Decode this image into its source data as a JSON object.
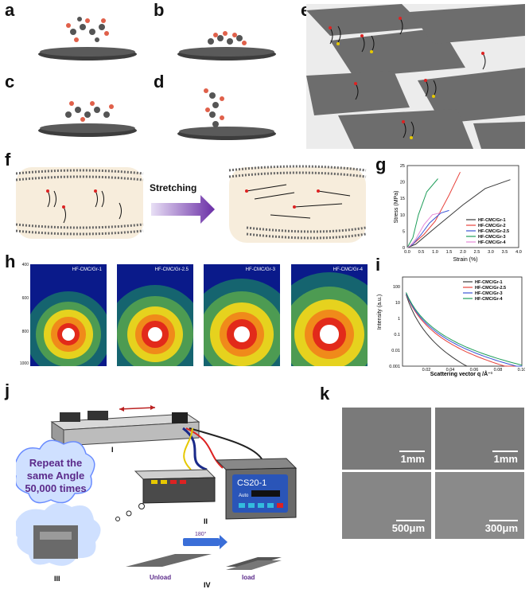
{
  "panels": {
    "a": "a",
    "b": "b",
    "c": "c",
    "d": "d",
    "e": "e",
    "f": "f",
    "g": "g",
    "h": "h",
    "i": "i",
    "j": "j",
    "k": "k"
  },
  "f_diagram": {
    "arrow_label": "Stretching"
  },
  "chart_g": {
    "type": "line",
    "ylabel": "Stress (MPa)",
    "xlabel": "Strain (%)",
    "xlim": [
      0,
      4.0
    ],
    "xticks": [
      "0.0",
      "0.5",
      "1.0",
      "1.5",
      "2.0",
      "2.5",
      "3.0",
      "3.5",
      "4.0"
    ],
    "ylim": [
      0,
      25
    ],
    "yticks": [
      "0",
      "5",
      "10",
      "15",
      "20",
      "25"
    ],
    "legend": [
      "HF-CMC/Gr-1",
      "HF-CMC/Gr-2",
      "HF-CMC/Gr-2.5",
      "HF-CMC/Gr-3",
      "HF-CMC/Gr-4"
    ],
    "colors": [
      "#3a3a3a",
      "#e8423b",
      "#3a55d6",
      "#1f9e5a",
      "#e68ad8"
    ]
  },
  "chart_i": {
    "type": "line",
    "ylabel": "Intensity (a.u.)",
    "xlabel": "Scattering vector q /Å⁻¹",
    "xticks": [
      "0.02",
      "0.04",
      "0.06",
      "0.08",
      "0.10"
    ],
    "yticks": [
      "100",
      "10",
      "1",
      "0.1",
      "0.01",
      "0.001"
    ],
    "legend": [
      "HF-CMC/Gr-1",
      "HF-CMC/Gr-2.5",
      "HF-CMC/Gr-3",
      "HF-CMC/Gr-4"
    ],
    "colors": [
      "#3a3a3a",
      "#e8423b",
      "#3a55d6",
      "#1f9e5a"
    ]
  },
  "h_images": [
    "HF-CMC/Gr-1",
    "HF-CMC/Gr-2.5",
    "HF-CMC/Gr-3",
    "HF-CMC/Gr-4"
  ],
  "h_axis": [
    "400",
    "600",
    "800",
    "1000"
  ],
  "j_diagram": {
    "cloud_text": "Repeat the same Angle 50,000 times",
    "device_name": "CS20-1",
    "device_mode": "Auto",
    "roman": [
      "I",
      "II",
      "III",
      "IV"
    ],
    "angle": "180°",
    "unload": "Unload",
    "load": "load"
  },
  "k_scales": [
    "1mm",
    "1mm",
    "500μm",
    "300μm"
  ]
}
